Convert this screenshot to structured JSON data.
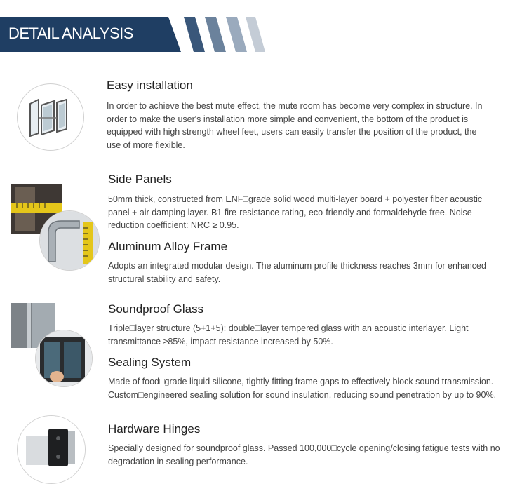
{
  "header": {
    "title": "DETAIL ANALYSIS"
  },
  "sections": [
    {
      "heading": "Easy installation",
      "body": "In order to achieve the best mute effect, the mute room has become very complex in structure. In order to make the user's installation more simple and convenient, the bottom of the product is equipped with high strength wheel feet, users can easily transfer the position of the product, the use of more flexible."
    },
    {
      "heading": "Side Panels",
      "body": "50mm thick, constructed from ENF□grade solid wood multi-layer board + polyester fiber acoustic panel + air damping layer. B1 fire-resistance rating, eco-friendly and formaldehyde-free. Noise reduction coefficient: NRC ≥ 0.95."
    },
    {
      "heading": "Aluminum Alloy Frame",
      "body": "Adopts an integrated modular design. The aluminum profile thickness reaches 3mm for enhanced structural stability and safety."
    },
    {
      "heading": "Soundproof Glass",
      "body": "Triple□layer structure (5+1+5): double□layer tempered glass with an acoustic interlayer. Light transmittance ≥85%, impact resistance increased by 50%."
    },
    {
      "heading": "Sealing System",
      "body": "Made of food□grade liquid silicone, tightly fitting frame gaps to effectively block sound transmission. Custom□engineered sealing solution for sound insulation, reducing sound penetration by up to 90%."
    },
    {
      "heading": "Hardware Hinges",
      "body": "Specially designed for soundproof glass. Passed 100,000□cycle opening/closing fatigue tests with no degradation in sealing performance."
    }
  ],
  "icons": {
    "installation": "door-frame-icon",
    "panels": "measuring-tape-panel-icon",
    "glass": "glass-pane-icon",
    "hinge": "hinge-icon"
  },
  "colors": {
    "banner": "#1f3e63",
    "text": "#444444",
    "heading": "#222222"
  }
}
